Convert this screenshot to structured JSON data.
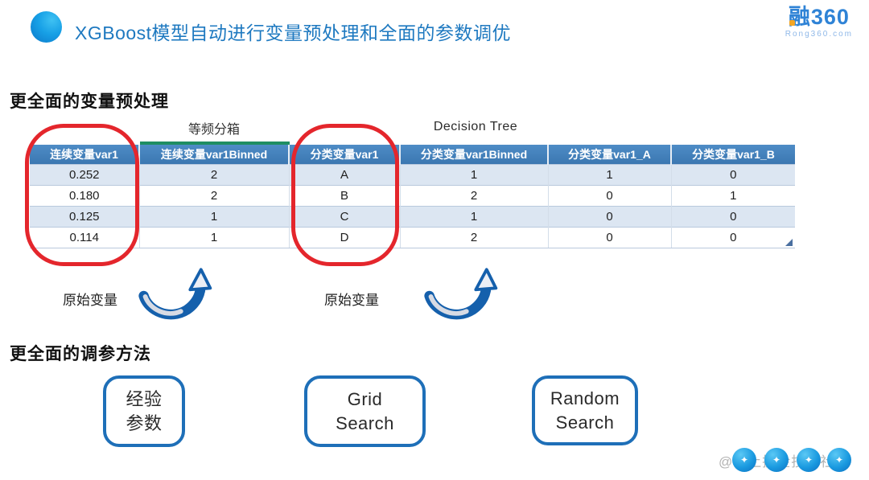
{
  "header": {
    "title": "XGBoost模型自动进行变量预处理和全面的参数调优",
    "logo": {
      "name": "融360",
      "domain": "Rong360.com"
    }
  },
  "preprocessing": {
    "heading": "更全面的变量预处理",
    "binning_label": "等频分箱",
    "tree_label": "Decision Tree",
    "original_label_1": "原始变量",
    "original_label_2": "原始变量",
    "table": {
      "columns": [
        "连续变量var1",
        "连续变量var1Binned",
        "分类变量var1",
        "分类变量var1Binned",
        "分类变量var1_A",
        "分类变量var1_B"
      ],
      "rows": [
        [
          "0.252",
          "2",
          "A",
          "1",
          "1",
          "0"
        ],
        [
          "0.180",
          "2",
          "B",
          "2",
          "0",
          "1"
        ],
        [
          "0.125",
          "1",
          "C",
          "1",
          "0",
          "0"
        ],
        [
          "0.114",
          "1",
          "D",
          "2",
          "0",
          "0"
        ]
      ]
    }
  },
  "tuning": {
    "heading": "更全面的调参方法",
    "boxes": [
      {
        "lines": [
          "经验",
          "参数"
        ]
      },
      {
        "lines": [
          "Grid",
          "Search"
        ]
      },
      {
        "lines": [
          "Random",
          "Search"
        ]
      }
    ]
  },
  "watermark": {
    "text": "@稀土掘金技术社区",
    "badge_count": 4,
    "badge_glyph": "✦"
  },
  "colors": {
    "accent_blue": "#1e79c0",
    "table_header_blue": "#4180bd",
    "row_alt_blue": "#dce6f2",
    "annotation_red": "#e4262c",
    "arrow_blue": "#1560ac",
    "logo_blue": "#2f83d6",
    "logo_orange": "#f5a623",
    "green_bar": "#1f8e63"
  }
}
